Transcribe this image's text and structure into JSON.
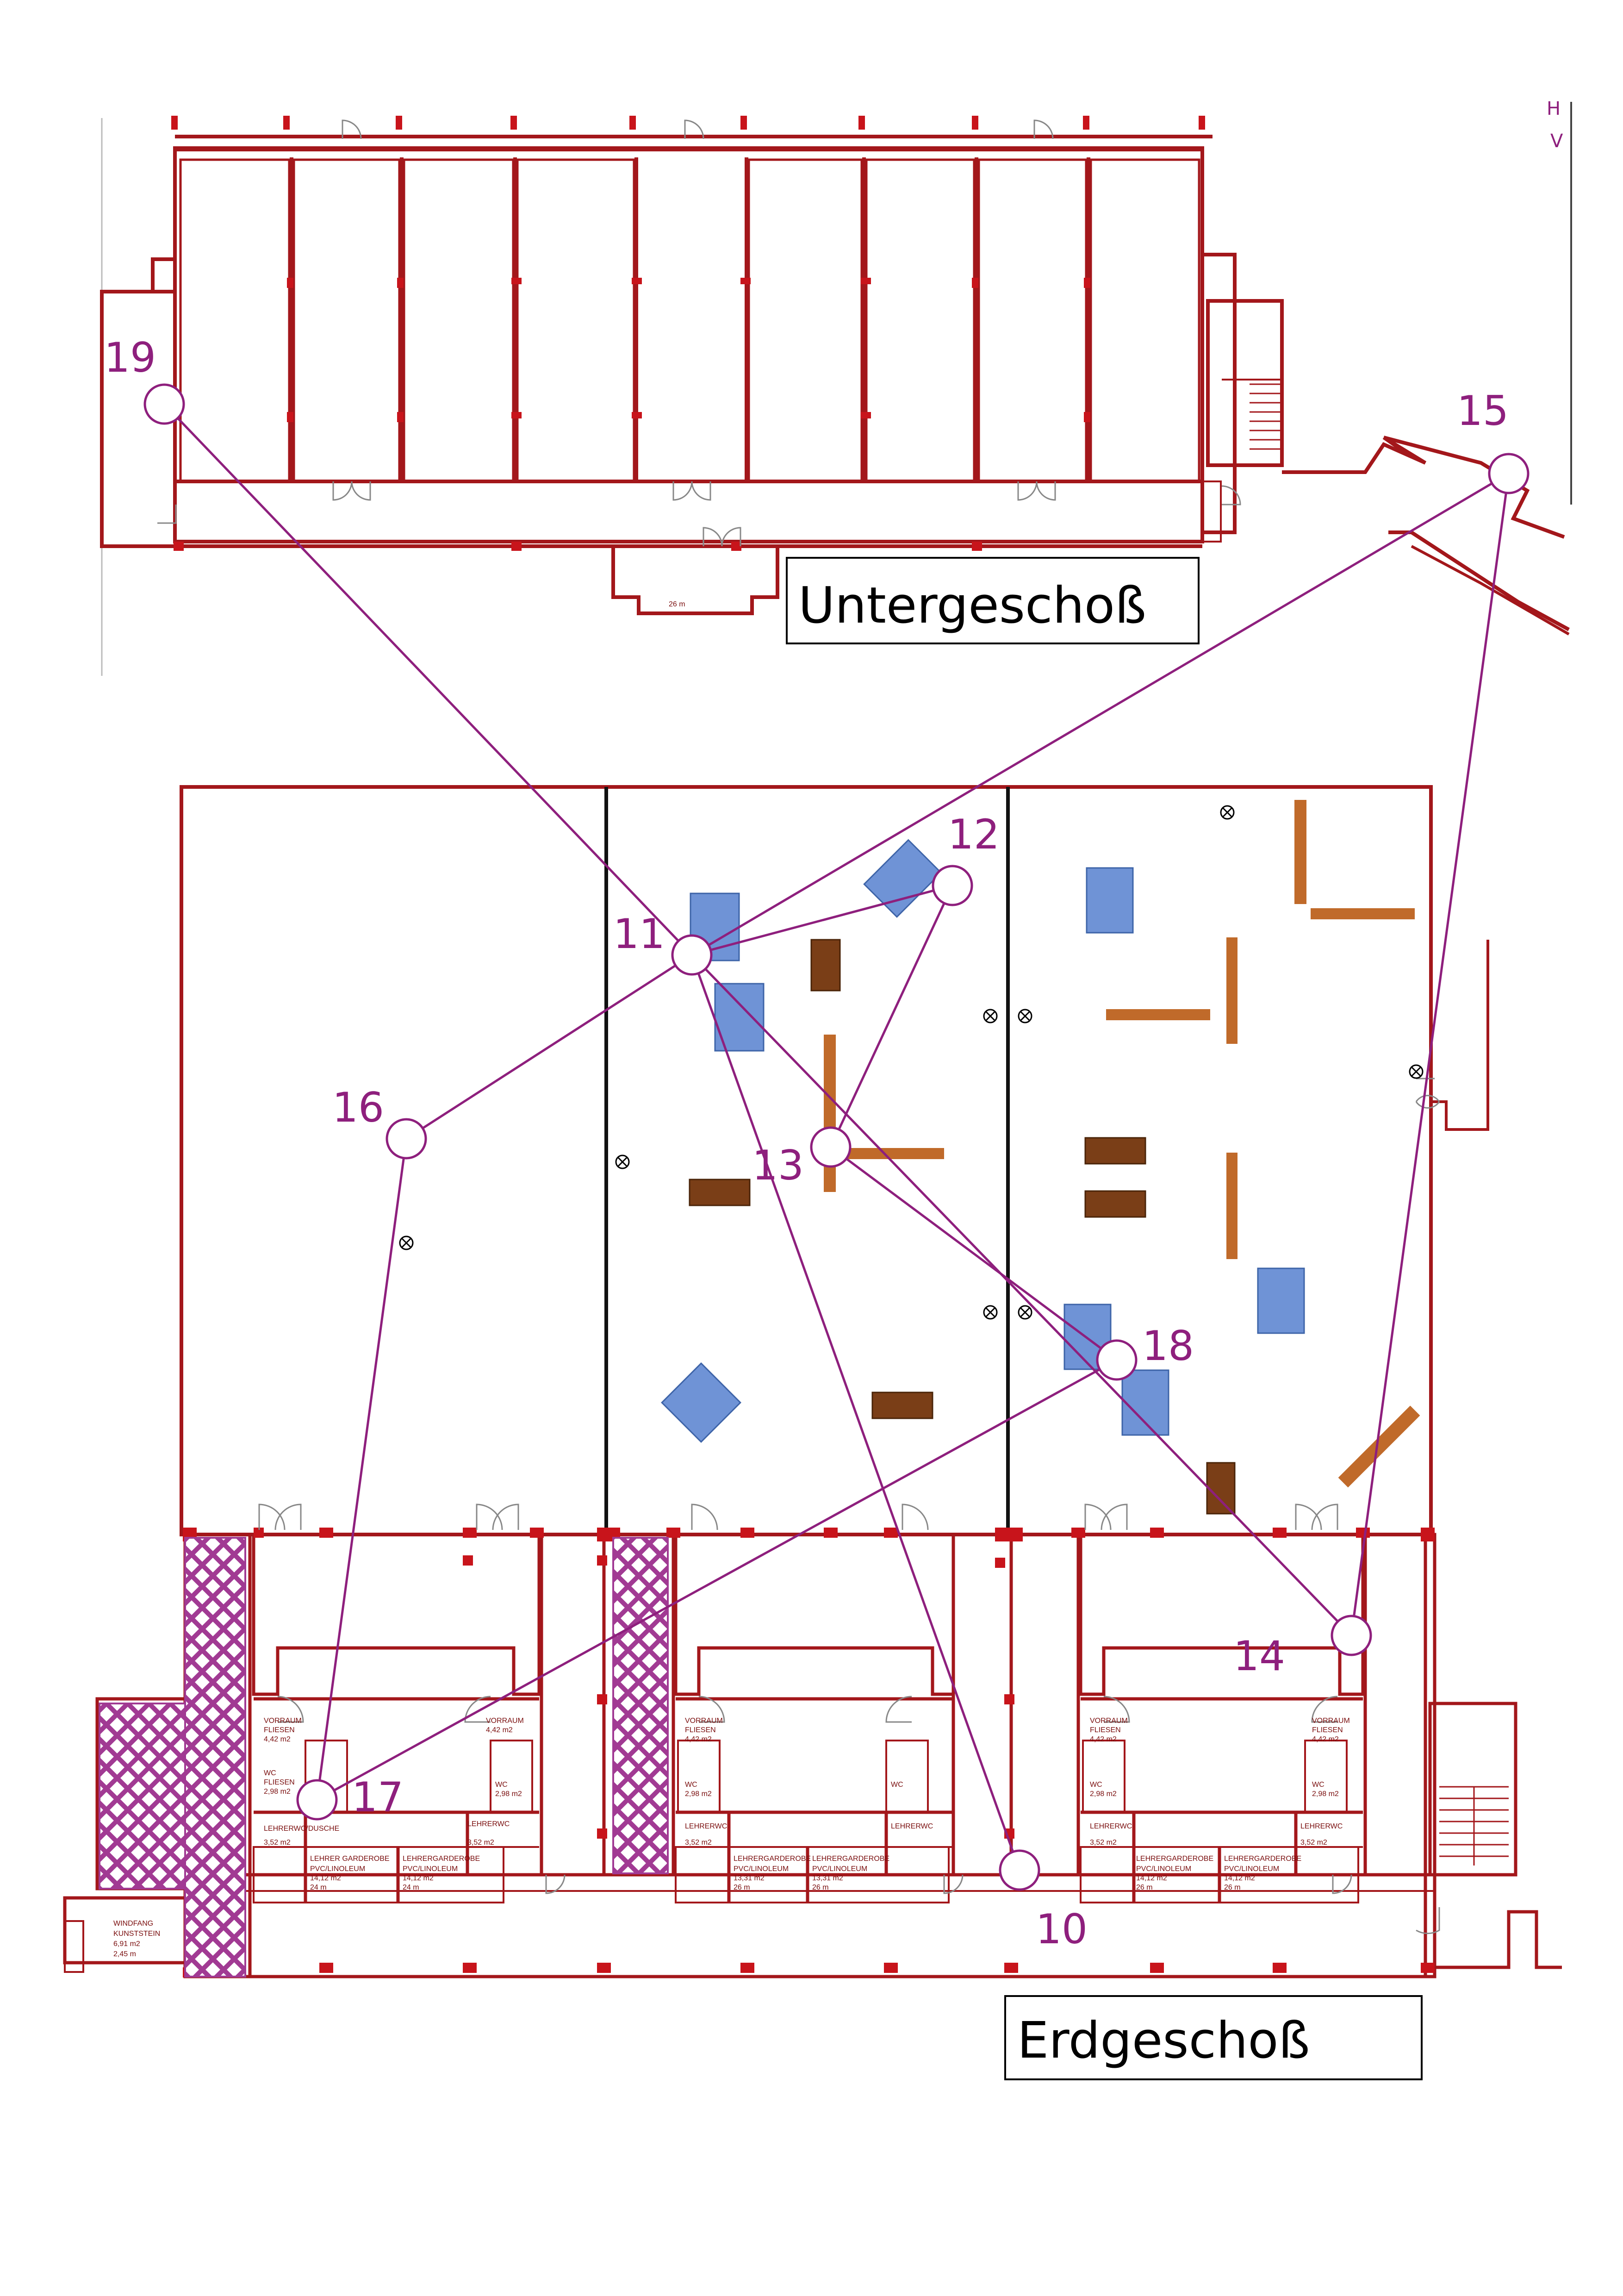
{
  "colors": {
    "wall": "#a3171b",
    "wall_marker": "#c8141b",
    "path": "#8e1f7d",
    "marker_label": "#8e1f7d",
    "blue_block": "#6f93d6",
    "brown_block": "#7a3e17",
    "brown_beam": "#c06a2a",
    "hatch": "#a13a93"
  },
  "labels": {
    "upper_floor": "Untergeschoß",
    "ground_floor": "Erdgeschoß",
    "top_right_header": [
      "H",
      "V"
    ]
  },
  "markers": [
    "19",
    "15",
    "12",
    "11",
    "16",
    "13",
    "18",
    "14",
    "17",
    "10"
  ],
  "room_texts": {
    "vorraum": "VORRAUM",
    "fliesen": "FLIESEN",
    "wc": "WC",
    "lehrerwc": "LEHRERWC",
    "lehrerwc_dusche": "LEHRERWC/DUSCHE",
    "lehrergarderobe": "LEHRERGARDEROBE",
    "lehrer_garderobe": "LEHRER GARDEROBE",
    "pvc": "PVC/LINOLEUM",
    "windfang": "WINDFANG",
    "kunststein": "KUNSTSTEIN",
    "area_vorraum": "4,42 m2",
    "area_wc": "2,98 m2",
    "area_lwc": "3,52 m2",
    "area_garderobe": "14,12 m2",
    "area_garderobe2": "13,31 m2",
    "area_windfang": "6,91 m2",
    "length_24": "24 m",
    "length_26": "26 m",
    "length_245": "2,45 m"
  }
}
